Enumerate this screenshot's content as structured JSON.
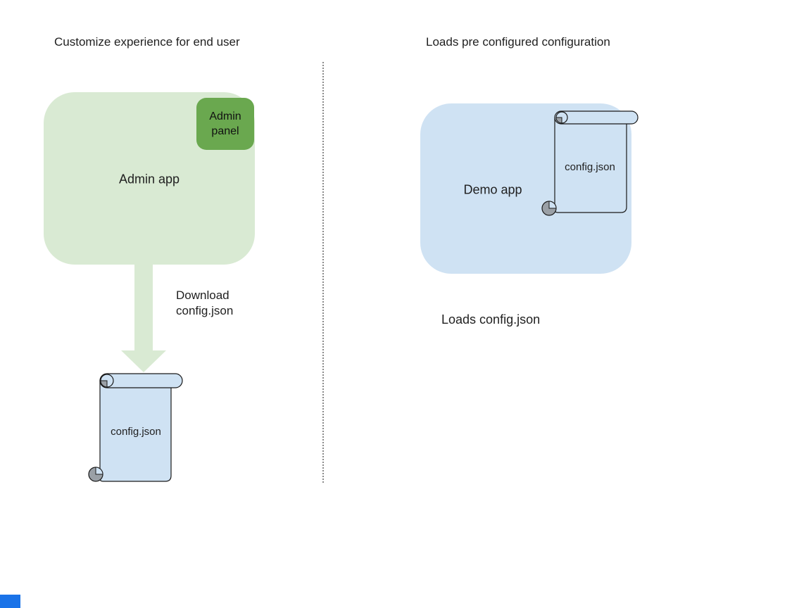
{
  "page": {
    "background": "#ffffff"
  },
  "palette": {
    "light_green": "#d9ead3",
    "dark_green": "#6aa84f",
    "light_blue": "#cfe2f3",
    "shape_outline": "#1a1a1a",
    "curl_gray": "#9aa0a6",
    "divider_gray": "#8a8a8a",
    "accent_blue": "#1a73e8",
    "text": "#202124"
  },
  "left": {
    "title": "Customize experience for end user",
    "app_label": "Admin app",
    "badge_label": "Admin panel",
    "arrow_caption_line1": "Download",
    "arrow_caption_line2": "config.json",
    "scroll_label": "config.json"
  },
  "right": {
    "title": "Loads pre configured configuration",
    "app_label": "Demo app",
    "scroll_label": "config.json",
    "caption": "Loads config.json"
  }
}
